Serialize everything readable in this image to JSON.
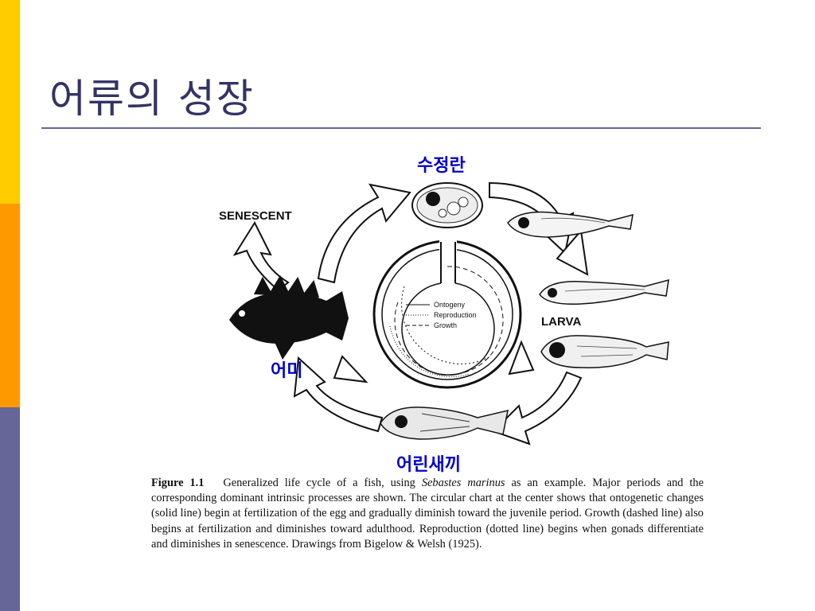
{
  "slide": {
    "title": "어류의 성장"
  },
  "diagram": {
    "labels": {
      "egg": "수정란",
      "adult": "어미",
      "juvenile": "어린새끼",
      "senescent": "SENESCENT",
      "larva": "LARVA"
    },
    "legend": {
      "ontogeny": "Ontogeny",
      "reproduction": "Reproduction",
      "growth": "Growth"
    }
  },
  "caption": {
    "figure_label": "Figure 1.1",
    "text_before_italic": "Generalized life cycle of a fish, using ",
    "italic": "Sebastes marinus",
    "text_after_italic": " as an example. Major periods and the corresponding dominant intrinsic processes are shown. The circular chart at the center shows that ontogenetic changes (solid line) begin at fertilization of the egg and gradually diminish toward the juvenile period. Growth (dashed line) also begins at fertilization and diminishes toward adulthood. Reproduction (dotted line) begins when gonads differentiate and diminishes in senescence. Drawings from Bigelow & Welsh (1925)."
  }
}
